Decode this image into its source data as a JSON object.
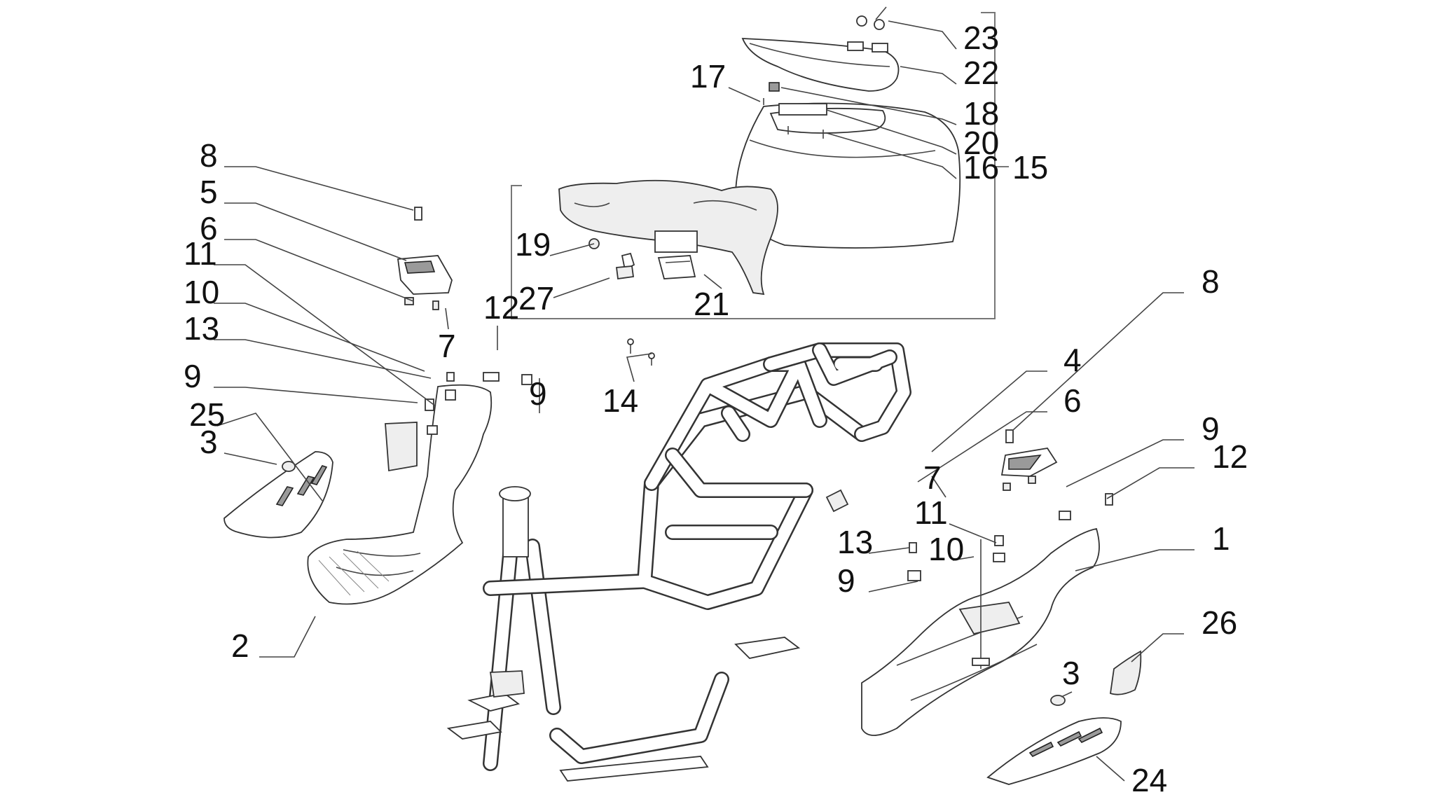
{
  "diagram": {
    "callouts": [
      "1",
      "2",
      "3",
      "3",
      "4",
      "5",
      "6",
      "6",
      "7",
      "7",
      "8",
      "8",
      "9",
      "9",
      "9",
      "9",
      "10",
      "10",
      "11",
      "11",
      "12",
      "12",
      "13",
      "13",
      "14",
      "15",
      "16",
      "17",
      "18",
      "19",
      "20",
      "21",
      "22",
      "23",
      "24",
      "25",
      "26",
      "27"
    ]
  }
}
